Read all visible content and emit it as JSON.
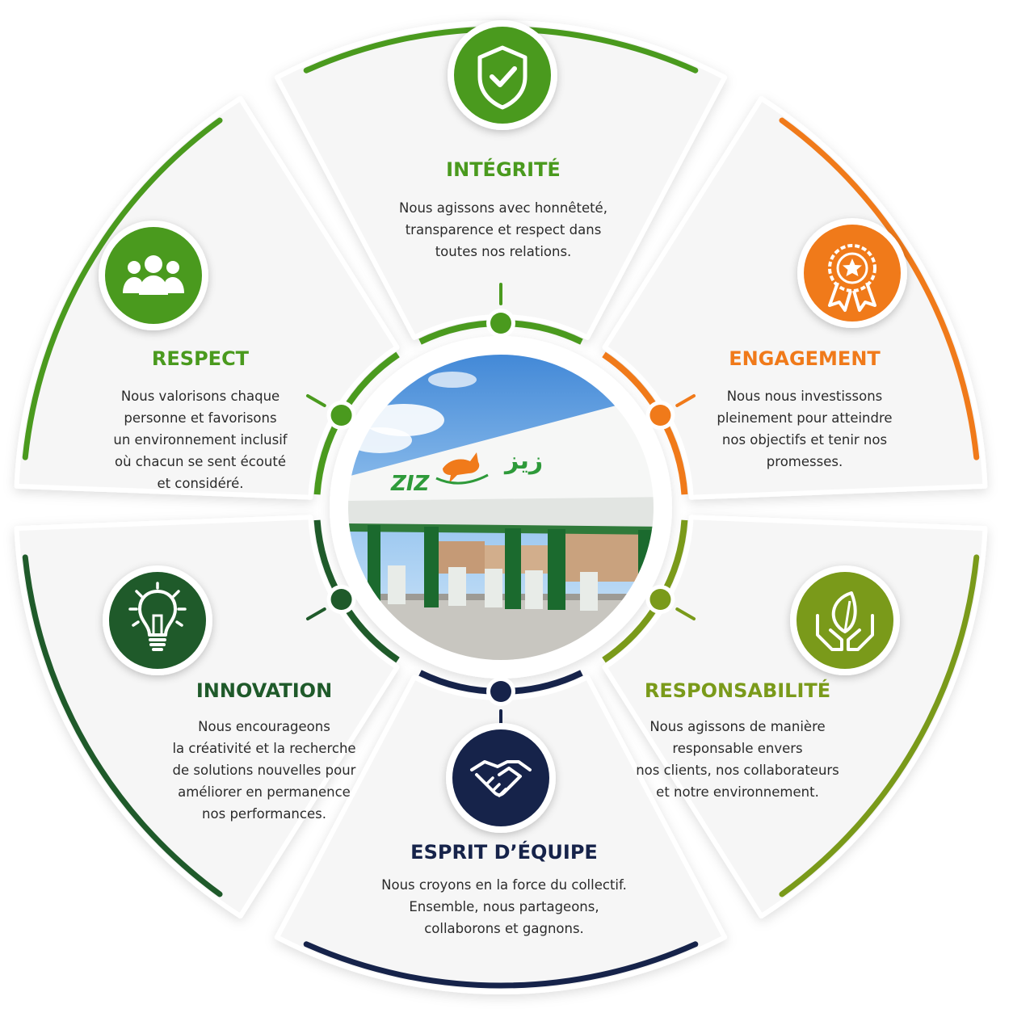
{
  "values": [
    {
      "key": "integrite",
      "title": "INTÉGRITÉ",
      "color": "#4a9a1e",
      "icon": "shield-check-icon",
      "lines": [
        "Nous agissons avec honnêteté,",
        "transparence et respect dans",
        "toutes nos relations."
      ]
    },
    {
      "key": "engagement",
      "title": "ENGAGEMENT",
      "color": "#f07a1a",
      "icon": "award-star-icon",
      "lines": [
        "Nous nous investissons",
        "pleinement pour atteindre",
        "nos objectifs et tenir nos",
        "promesses."
      ]
    },
    {
      "key": "responsabilite",
      "title": "RESPONSABILITÉ",
      "color": "#7a9a1a",
      "icon": "hands-leaf-icon",
      "lines": [
        "Nous agissons de manière",
        "responsable envers",
        "nos clients, nos collaborateurs",
        "et notre environnement."
      ]
    },
    {
      "key": "esprit",
      "title": "ESPRIT D’ÉQUIPE",
      "color": "#16234a",
      "icon": "handshake-icon",
      "lines": [
        "Nous croyons en la force du collectif.",
        "Ensemble, nous partageons,",
        "collaborons et gagnons."
      ]
    },
    {
      "key": "innovation",
      "title": "INNOVATION",
      "color": "#1f5a2a",
      "icon": "lightbulb-icon",
      "lines": [
        "Nous encourageons",
        "la créativité et la recherche",
        "de solutions nouvelles pour",
        "améliorer en permanence",
        "nos performances."
      ]
    },
    {
      "key": "respect",
      "title": "RESPECT",
      "color": "#4a9a1e",
      "icon": "people-group-icon",
      "lines": [
        "Nous valorisons chaque",
        "personne et favorisons",
        "un environnement inclusif",
        "où chacun se sent écouté",
        "et considéré."
      ]
    }
  ],
  "center": {
    "brand_latin": "ZIZ",
    "brand_arabic": "زيز",
    "icon": "gazelle-logo-icon"
  }
}
